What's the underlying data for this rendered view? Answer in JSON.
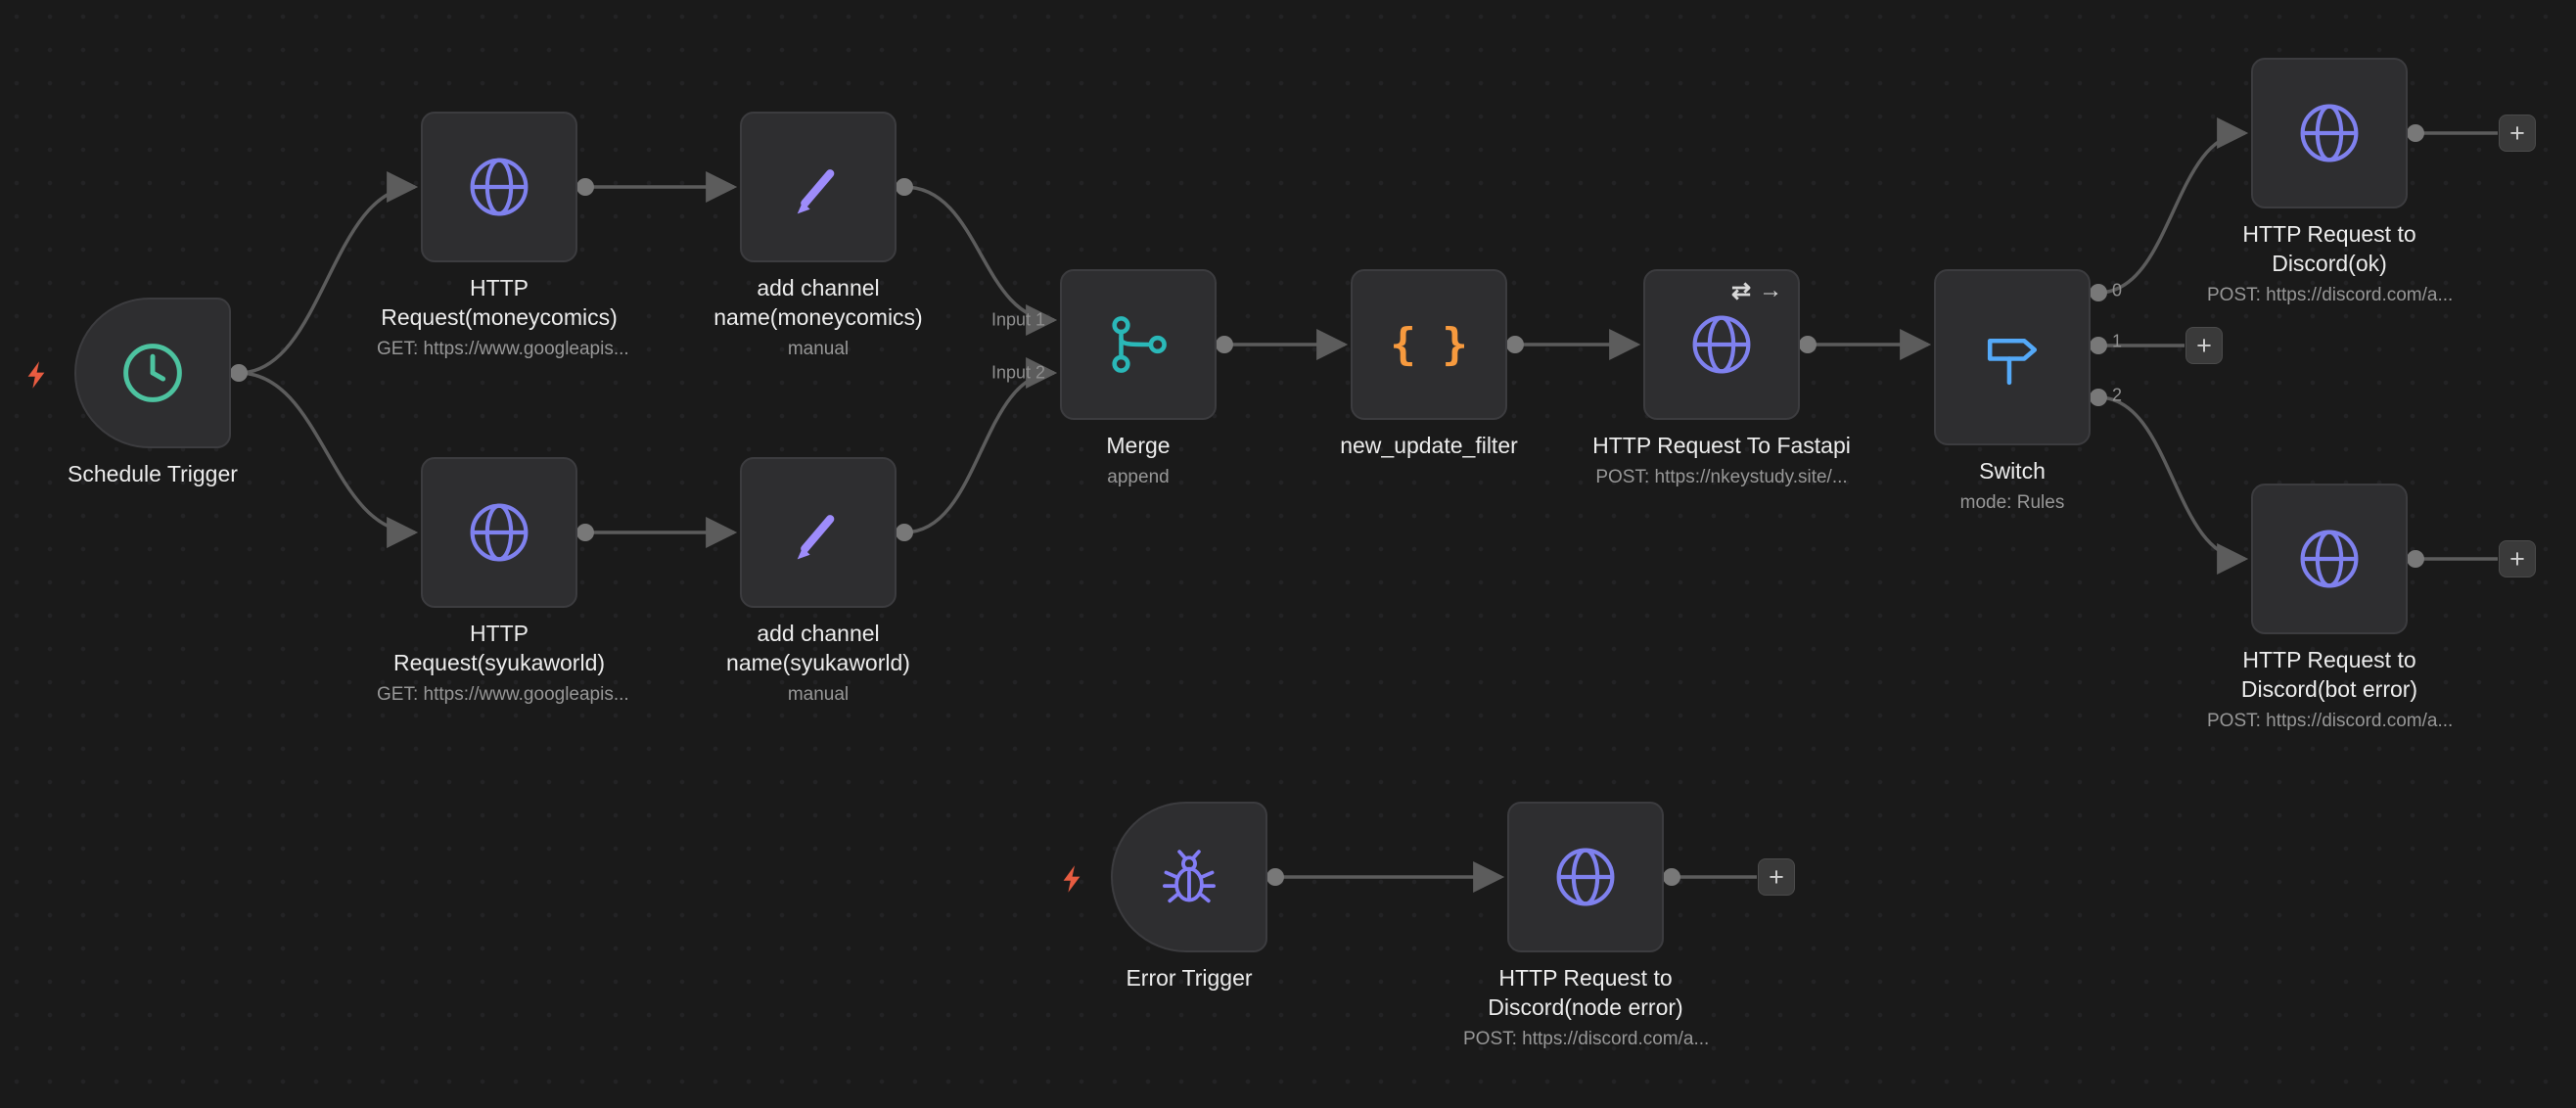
{
  "app": {
    "name": "workflow-editor-canvas"
  },
  "colors": {
    "canvas_bg": "#1a1a1a",
    "node_bg": "#2e2e30",
    "node_border": "#3c3c3f",
    "edge": "#5c5c5c",
    "endpoint": "#787878",
    "label": "#ececec",
    "subtitle": "#979797",
    "clock": "#4DC3A0",
    "globe": "#7F81EE",
    "pencil": "#9E8CFB",
    "merge": "#2AB8B8",
    "braces": "#F79A3E",
    "signpost": "#54A9F8",
    "bug": "#837DF6",
    "bolt": "#E85C41",
    "plus_bg": "#3a3a3a",
    "plus_fg": "#d0d0d0"
  },
  "icons": {
    "plus_glyph": "+",
    "retry_glyph": "⇄",
    "continue_glyph": "→",
    "braces_glyph": "{ }"
  },
  "nodes": [
    {
      "id": "schedule-trigger",
      "label": "Schedule Trigger"
    },
    {
      "id": "http-request-moneycomics",
      "label": "HTTP Request(moneycomics)",
      "subtitle": "GET: https://www.googleapis..."
    },
    {
      "id": "add-channel-name-moneycomics",
      "label": "add channel name(moneycomics)",
      "subtitle": "manual"
    },
    {
      "id": "http-request-syukaworld",
      "label": "HTTP Request(syukaworld)",
      "subtitle": "GET: https://www.googleapis..."
    },
    {
      "id": "add-channel-name-syukaworld",
      "label": "add channel name(syukaworld)",
      "subtitle": "manual"
    },
    {
      "id": "merge",
      "label": "Merge",
      "subtitle": "append",
      "inputs": [
        "Input 1",
        "Input 2"
      ]
    },
    {
      "id": "new-update-filter",
      "label": "new_update_filter"
    },
    {
      "id": "http-request-to-fastapi",
      "label": "HTTP Request To Fastapi",
      "subtitle": "POST: https://nkeystudy.site/..."
    },
    {
      "id": "switch",
      "label": "Switch",
      "subtitle": "mode: Rules",
      "outputs": [
        "0",
        "1",
        "2"
      ]
    },
    {
      "id": "http-request-to-discord-ok",
      "label": "HTTP Request to Discord(ok)",
      "subtitle": "POST: https://discord.com/a..."
    },
    {
      "id": "http-request-to-discord-bot-error",
      "label": "HTTP Request to Discord(bot error)",
      "subtitle": "POST: https://discord.com/a..."
    },
    {
      "id": "error-trigger",
      "label": "Error Trigger"
    },
    {
      "id": "http-request-to-discord-node-error",
      "label": "HTTP Request to Discord(node error)",
      "subtitle": "POST: https://discord.com/a..."
    }
  ]
}
